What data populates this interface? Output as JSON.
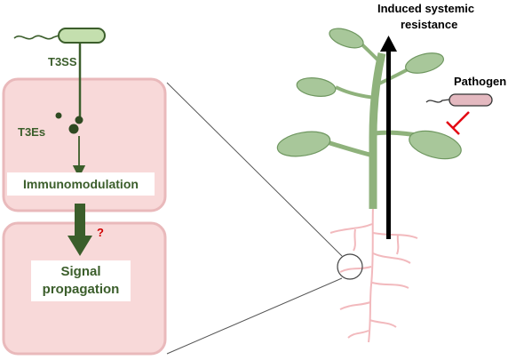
{
  "labels": {
    "t3ss": "T3SS",
    "t3es": "T3Es",
    "immunomodulation": "Immunomodulation",
    "question": "?",
    "signal_line1": "Signal",
    "signal_line2": "propagation",
    "isr_line1": "Induced systemic",
    "isr_line2": "resistance",
    "pathogen": "Pathogen"
  },
  "colors": {
    "panel_fill": "#f8d9d9",
    "panel_stroke": "#e9b9bb",
    "dark_green": "#3b5e2b",
    "leaf_green": "#a8c79a",
    "bacterium_fill": "#c4dfae",
    "pathogen_fill": "#e4b9c0",
    "inhibit_red": "#e30613",
    "root_pink": "#f2b9bd"
  },
  "icons": [
    "beneficial-bacterium-icon",
    "pathogen-bacterium-icon",
    "plant-icon",
    "inhibition-icon"
  ]
}
